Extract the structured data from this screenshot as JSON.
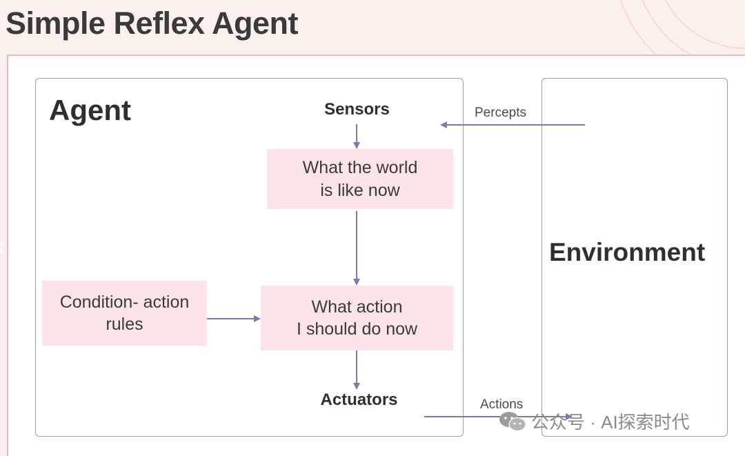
{
  "title": "Simple Reflex Agent",
  "agent": {
    "label": "Agent"
  },
  "environment": {
    "label": "Environment"
  },
  "nodes": {
    "sensors": "Sensors",
    "actuators": "Actuators",
    "world_state": [
      "What the world",
      "is like now"
    ],
    "action": [
      "What action",
      "I should do now"
    ],
    "rules": [
      "Condition- action",
      "rules"
    ]
  },
  "edges": {
    "percepts": "Percepts",
    "actions": "Actions"
  },
  "watermark": "公众号 · AI探索时代",
  "colors": {
    "box_fill": "#fde4e8",
    "panel_border": "#9c9bc4",
    "arrow": "#7b7aa8",
    "slide_border": "#f1b6bf"
  }
}
